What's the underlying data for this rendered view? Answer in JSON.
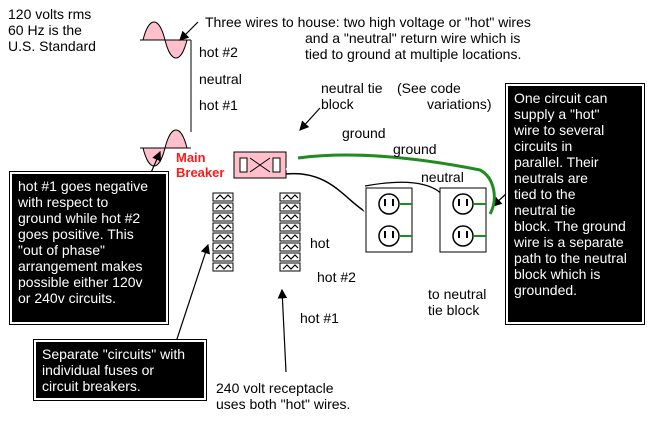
{
  "colors": {
    "background": "#ffffff",
    "text": "#000000",
    "box_bg": "#000000",
    "box_text": "#ffffff",
    "breaker_label": "#ff1a1a",
    "sine_fill": "#ffc0cb",
    "ground_wire": "#1e8c1e",
    "hot_wire": "#000000",
    "neutral_wire": "#ffffff"
  },
  "icons": {
    "sine": "sine-wave-icon",
    "breaker": "main-breaker-icon",
    "fuse_row": "fuse-icon",
    "outlet": "duplex-receptacle-icon"
  },
  "standard_label": [
    "120 volts rms",
    "60 Hz is the",
    "U.S. Standard"
  ],
  "header_note": [
    "Three wires to house: two high voltage or \"hot\" wires",
    "and a \"neutral\" return wire which is",
    "tied to ground at multiple locations."
  ],
  "wire_labels": {
    "hot2": "hot #2",
    "neutral": "neutral",
    "hot1": "hot #1"
  },
  "neutral_tie_block_label": [
    "neutral tie",
    "block"
  ],
  "code_note": [
    "(See code",
    "variations)"
  ],
  "ground_label_1": "ground",
  "ground_label_2": "ground",
  "neutral_label": "neutral",
  "main_breaker": [
    "Main",
    "Breaker"
  ],
  "branch_labels": {
    "hot": "hot",
    "hot2": "hot #2",
    "hot1": "hot #1"
  },
  "to_neutral_tie_block": [
    "to neutral",
    "tie block"
  ],
  "receptacle_240_note": [
    "240 volt receptacle",
    "uses both \"hot\" wires."
  ],
  "box_phase": [
    "hot #1 goes negative",
    "with respect to",
    "ground while hot #2",
    "goes positive. This",
    "\"out of phase\"",
    "arrangement makes",
    "possible either 120v",
    "or 240v circuits."
  ],
  "box_circuits": [
    "Separate \"circuits\" with",
    "individual fuses or",
    "circuit breakers."
  ],
  "box_parallel": [
    "One circuit can",
    "supply a \"hot\"",
    "wire to several",
    "circuits in",
    "parallel. Their",
    "neutrals are",
    "tied to the",
    "neutral tie",
    "block. The ground",
    "wire is a separate",
    "path to the neutral",
    "block which is",
    "grounded."
  ]
}
